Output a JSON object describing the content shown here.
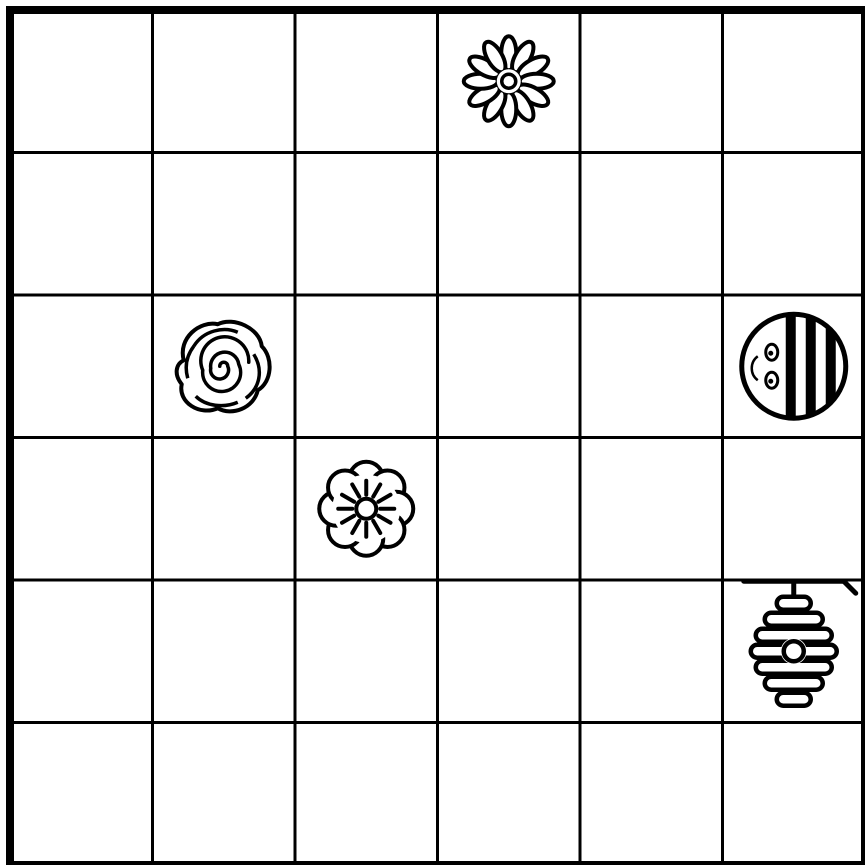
{
  "board": {
    "rows": 6,
    "cols": 6,
    "background": "#ffffff",
    "line_color": "#000000",
    "pieces": [
      {
        "type": "daisy-flower",
        "row": 0,
        "col": 3
      },
      {
        "type": "rose-flower",
        "row": 2,
        "col": 1
      },
      {
        "type": "bee",
        "row": 2,
        "col": 5
      },
      {
        "type": "blossom-flower",
        "row": 3,
        "col": 2
      },
      {
        "type": "beehive",
        "row": 4,
        "col": 5
      }
    ]
  }
}
